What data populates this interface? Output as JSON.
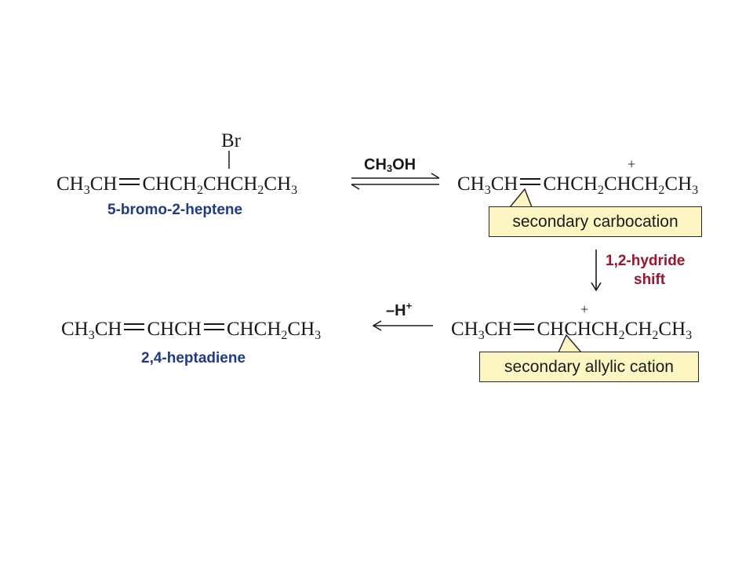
{
  "reactant": {
    "part1": "CH",
    "sub1": "3",
    "part2": "CH",
    "part3": "CHCH",
    "sub2": "2",
    "part4": "CHCH",
    "sub3": "2",
    "part5": "CH",
    "sub4": "3",
    "substituent": "Br",
    "name": "5-bromo-2-heptene"
  },
  "step1_reagent": {
    "main": "CH",
    "sub": "3",
    "rest": "OH"
  },
  "carbocation": {
    "part1": "CH",
    "sub1": "3",
    "part2": "CH",
    "part3": "CHCH",
    "sub2": "2",
    "part4": "CHCH",
    "sub3": "2",
    "part5": "CH",
    "sub4": "3",
    "charge": "+",
    "label": "secondary carbocation"
  },
  "step2": {
    "line1": "1,2-hydride",
    "line2": "shift"
  },
  "allylic_cation": {
    "part1": "CH",
    "sub1": "3",
    "part2": "CH",
    "part3": "CHCHCH",
    "sub2": "2",
    "part4": "CH",
    "sub3": "2",
    "part5": "CH",
    "sub4": "3",
    "charge": "+",
    "label": "secondary allylic cation"
  },
  "step3_reagent": {
    "main": "–H",
    "sup": "+"
  },
  "product": {
    "part1": "CH",
    "sub1": "3",
    "part2": "CH",
    "part3": "CHCH",
    "part4": "CHCH",
    "sub2": "2",
    "part5": "CH",
    "sub3": "3",
    "name": "2,4-heptadiene"
  }
}
